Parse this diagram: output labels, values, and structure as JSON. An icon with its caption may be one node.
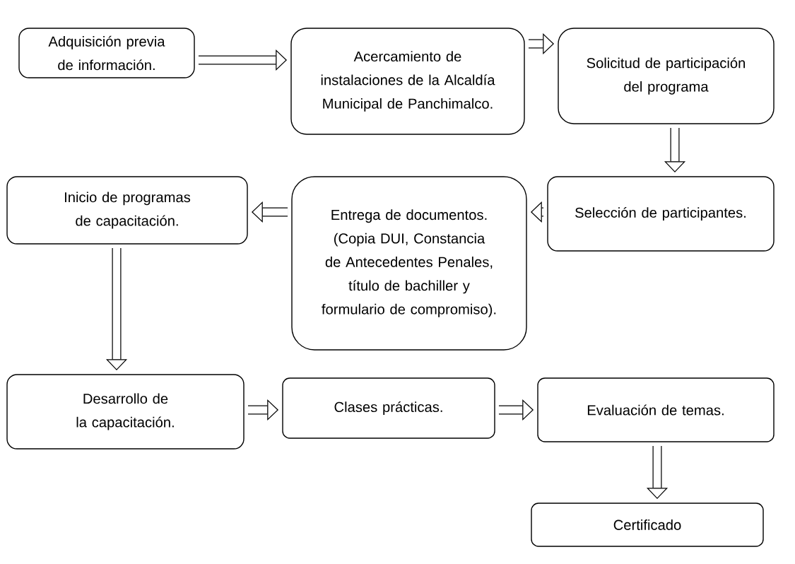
{
  "diagram": {
    "nodes": [
      {
        "text": [
          "Adquisición previa de información."
        ]
      },
      {
        "text": [
          "Acercamiento de instalaciones de la Alcaldía Municipal de Panchimalco."
        ]
      },
      {
        "text": [
          "Solicitud de participación del programa"
        ]
      },
      {
        "text": [
          "Selección de participantes."
        ]
      },
      {
        "text": [
          "Entrega de documentos. (Copia DUI, Constancia de Antecedentes Penales, título de bachiller y formulario de compromiso)."
        ]
      },
      {
        "text": [
          "Inicio de programas de capacitación."
        ]
      },
      {
        "text": [
          "Desarrollo de la capacitación."
        ]
      },
      {
        "text": [
          "Clases prácticas."
        ]
      },
      {
        "text": [
          "Evaluación de temas."
        ]
      },
      {
        "text": [
          "Certificado"
        ]
      }
    ],
    "edges": [
      {
        "from": 0,
        "to": 1,
        "arrow": "to"
      },
      {
        "from": 1,
        "to": 2,
        "arrow": "to"
      },
      {
        "from": 2,
        "to": 3,
        "arrow": "to"
      },
      {
        "from": 3,
        "to": 4,
        "arrow": "to"
      },
      {
        "from": 4,
        "to": 5,
        "arrow": "to"
      },
      {
        "from": 5,
        "to": 6,
        "arrow": "to"
      },
      {
        "from": 6,
        "to": 7,
        "arrow": "to"
      },
      {
        "from": 7,
        "to": 8,
        "arrow": "to"
      },
      {
        "from": 8,
        "to": 9,
        "arrow": "to"
      }
    ]
  }
}
